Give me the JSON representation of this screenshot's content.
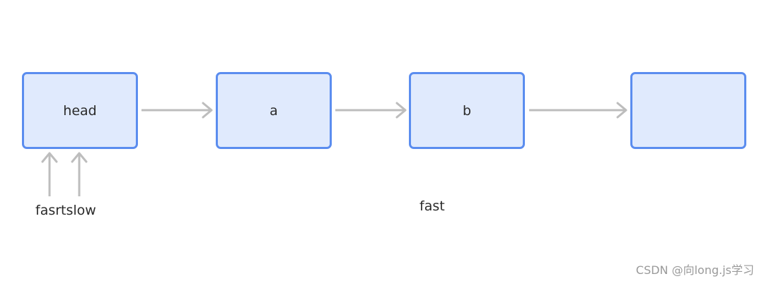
{
  "nodes": [
    {
      "id": "head",
      "label": "head"
    },
    {
      "id": "a",
      "label": "a"
    },
    {
      "id": "b",
      "label": "b"
    },
    {
      "id": "tail",
      "label": ""
    }
  ],
  "edges": [
    {
      "from": "head",
      "to": "a"
    },
    {
      "from": "a",
      "to": "b"
    },
    {
      "from": "b",
      "to": "tail"
    }
  ],
  "pointers": {
    "fasrtslow_label": "fasrtslow",
    "fast_label": "fast"
  },
  "watermark": "CSDN @向long.js学习",
  "colors": {
    "node_fill": "#e0eafd",
    "node_border": "#5b8def",
    "arrow": "#bdbdbd",
    "text": "#2b2b2b"
  }
}
